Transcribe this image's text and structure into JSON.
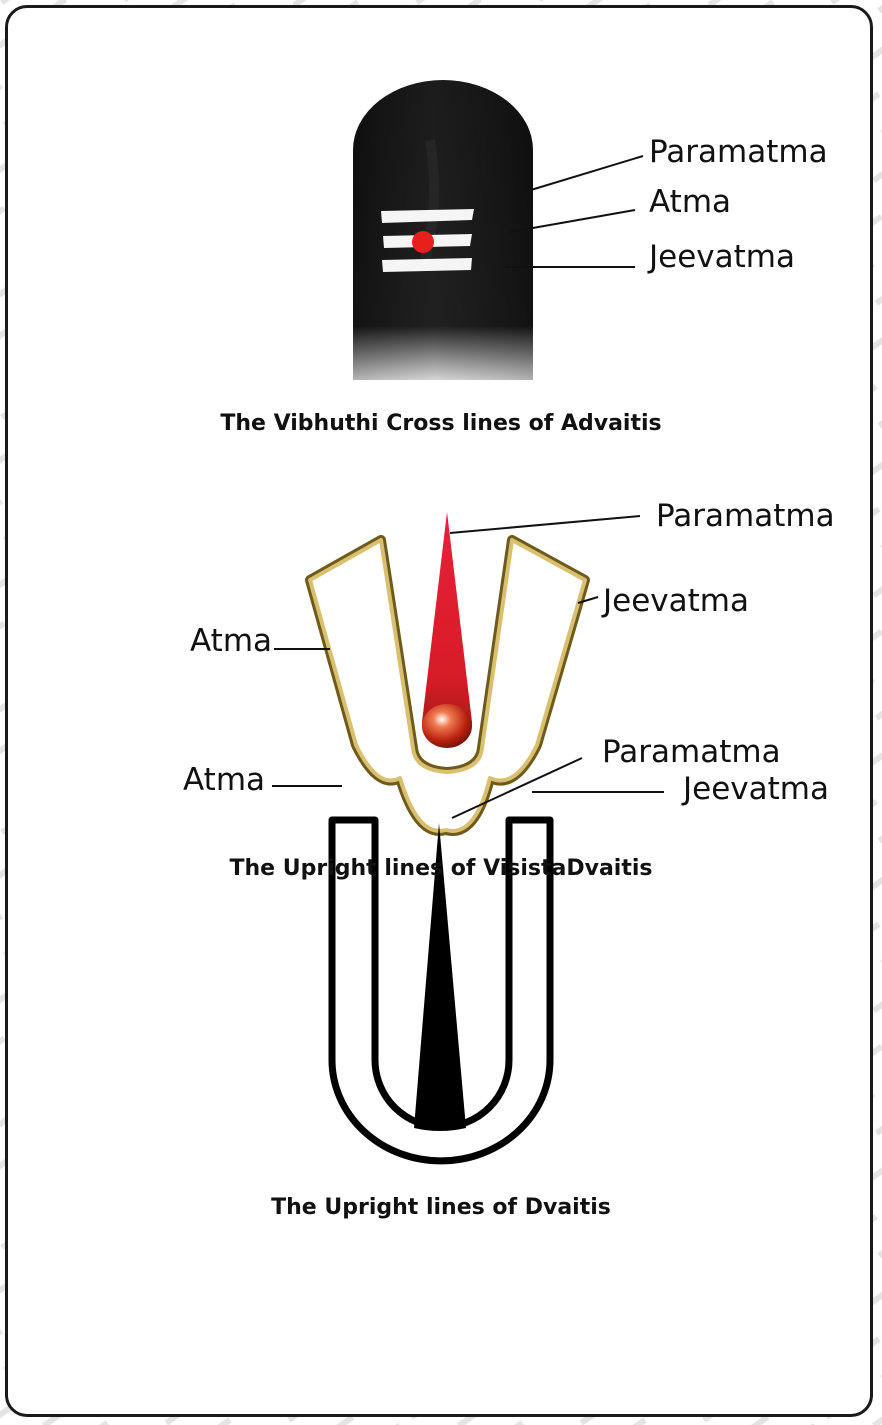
{
  "colors": {
    "frame": "#1a1a1a",
    "stone": "#141414",
    "vibhuti": "#ffffff",
    "kumkum_dot": "#e8201c",
    "gold": "#b89a3a",
    "red_flame": "#d8202a",
    "black_spike": "#000000"
  },
  "section_advaita": {
    "label_paramatma": "Paramatma",
    "label_atma": "Atma",
    "label_jeevatma": "Jeevatma",
    "caption": "The Vibhuthi Cross lines of Advaitis"
  },
  "section_visistadvaita": {
    "label_paramatma": "Paramatma",
    "label_jeevatma": "Jeevatma",
    "label_atma": "Atma",
    "caption": "The Upright lines of VisistaDvaitis"
  },
  "section_dvaita": {
    "label_paramatma": "Paramatma",
    "label_atma": "Atma",
    "label_jeevatma": "Jeevatma",
    "caption": "The Upright lines of Dvaitis"
  }
}
